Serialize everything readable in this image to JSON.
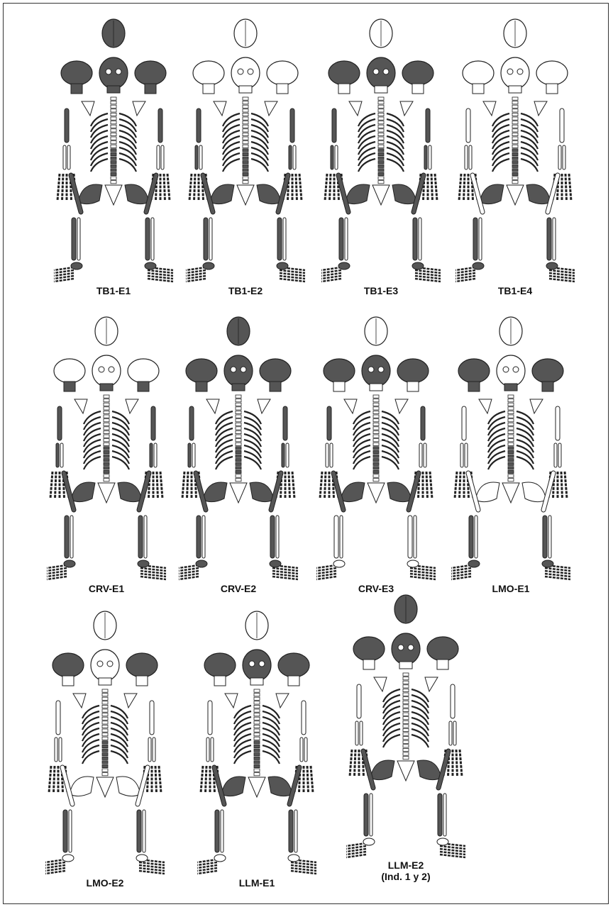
{
  "figure": {
    "palette": {
      "bone_fill": "#ffffff",
      "represented_fill": "#555555",
      "outline": "#222222"
    },
    "panels": [
      {
        "id": "TB1-E1",
        "label": "TB1-E1",
        "cranium": true,
        "skull_front": true,
        "skull_side": true,
        "mandible": true,
        "humerus": true,
        "forearm": false,
        "vertebrae": true,
        "pelvis": true,
        "femur": true,
        "tibia": true,
        "foot": true
      },
      {
        "id": "TB1-E2",
        "label": "TB1-E2",
        "cranium": false,
        "skull_front": false,
        "skull_side": false,
        "mandible": false,
        "humerus": true,
        "forearm": true,
        "vertebrae": true,
        "pelvis": true,
        "femur": true,
        "tibia": true,
        "foot": true
      },
      {
        "id": "TB1-E3",
        "label": "TB1-E3",
        "cranium": false,
        "skull_front": true,
        "skull_side": true,
        "mandible": false,
        "humerus": true,
        "forearm": true,
        "vertebrae": true,
        "pelvis": true,
        "femur": true,
        "tibia": true,
        "foot": true
      },
      {
        "id": "TB1-E4",
        "label": "TB1-E4",
        "cranium": false,
        "skull_front": false,
        "skull_side": false,
        "mandible": false,
        "humerus": false,
        "forearm": false,
        "vertebrae": true,
        "pelvis": true,
        "femur": false,
        "tibia": true,
        "foot": true
      },
      {
        "id": "CRV-E1",
        "label": "CRV-E1",
        "cranium": false,
        "skull_front": false,
        "skull_side": false,
        "mandible": true,
        "humerus": true,
        "forearm": true,
        "vertebrae": true,
        "pelvis": true,
        "femur": true,
        "tibia": true,
        "foot": true
      },
      {
        "id": "CRV-E2",
        "label": "CRV-E2",
        "cranium": true,
        "skull_front": true,
        "skull_side": true,
        "mandible": true,
        "humerus": true,
        "forearm": true,
        "vertebrae": true,
        "pelvis": true,
        "femur": true,
        "tibia": true,
        "foot": true
      },
      {
        "id": "CRV-E3",
        "label": "CRV-E3",
        "cranium": false,
        "skull_front": true,
        "skull_side": true,
        "mandible": false,
        "humerus": true,
        "forearm": false,
        "vertebrae": true,
        "pelvis": true,
        "femur": true,
        "tibia": false,
        "foot": false
      },
      {
        "id": "LMO-E1",
        "label": "LMO-E1",
        "cranium": false,
        "skull_front": false,
        "skull_side": true,
        "mandible": true,
        "humerus": false,
        "forearm": false,
        "vertebrae": true,
        "pelvis": false,
        "femur": false,
        "tibia": true,
        "foot": true
      },
      {
        "id": "LMO-E2",
        "label": "LMO-E2",
        "cranium": false,
        "skull_front": false,
        "skull_side": true,
        "mandible": false,
        "humerus": false,
        "forearm": false,
        "vertebrae": true,
        "pelvis": false,
        "femur": false,
        "tibia": true,
        "foot": false
      },
      {
        "id": "LLM-E1",
        "label": "LLM-E1",
        "cranium": false,
        "skull_front": true,
        "skull_side": true,
        "mandible": false,
        "humerus": false,
        "forearm": false,
        "vertebrae": true,
        "pelvis": true,
        "femur": true,
        "tibia": true,
        "foot": false
      },
      {
        "id": "LLM-E2",
        "label": "LLM-E2",
        "sublabel": "(Ind. 1 y 2)",
        "cranium": true,
        "skull_front": true,
        "skull_side": true,
        "mandible": false,
        "humerus": false,
        "forearm": false,
        "vertebrae": false,
        "pelvis": true,
        "femur": true,
        "tibia": true,
        "foot": false
      }
    ]
  }
}
